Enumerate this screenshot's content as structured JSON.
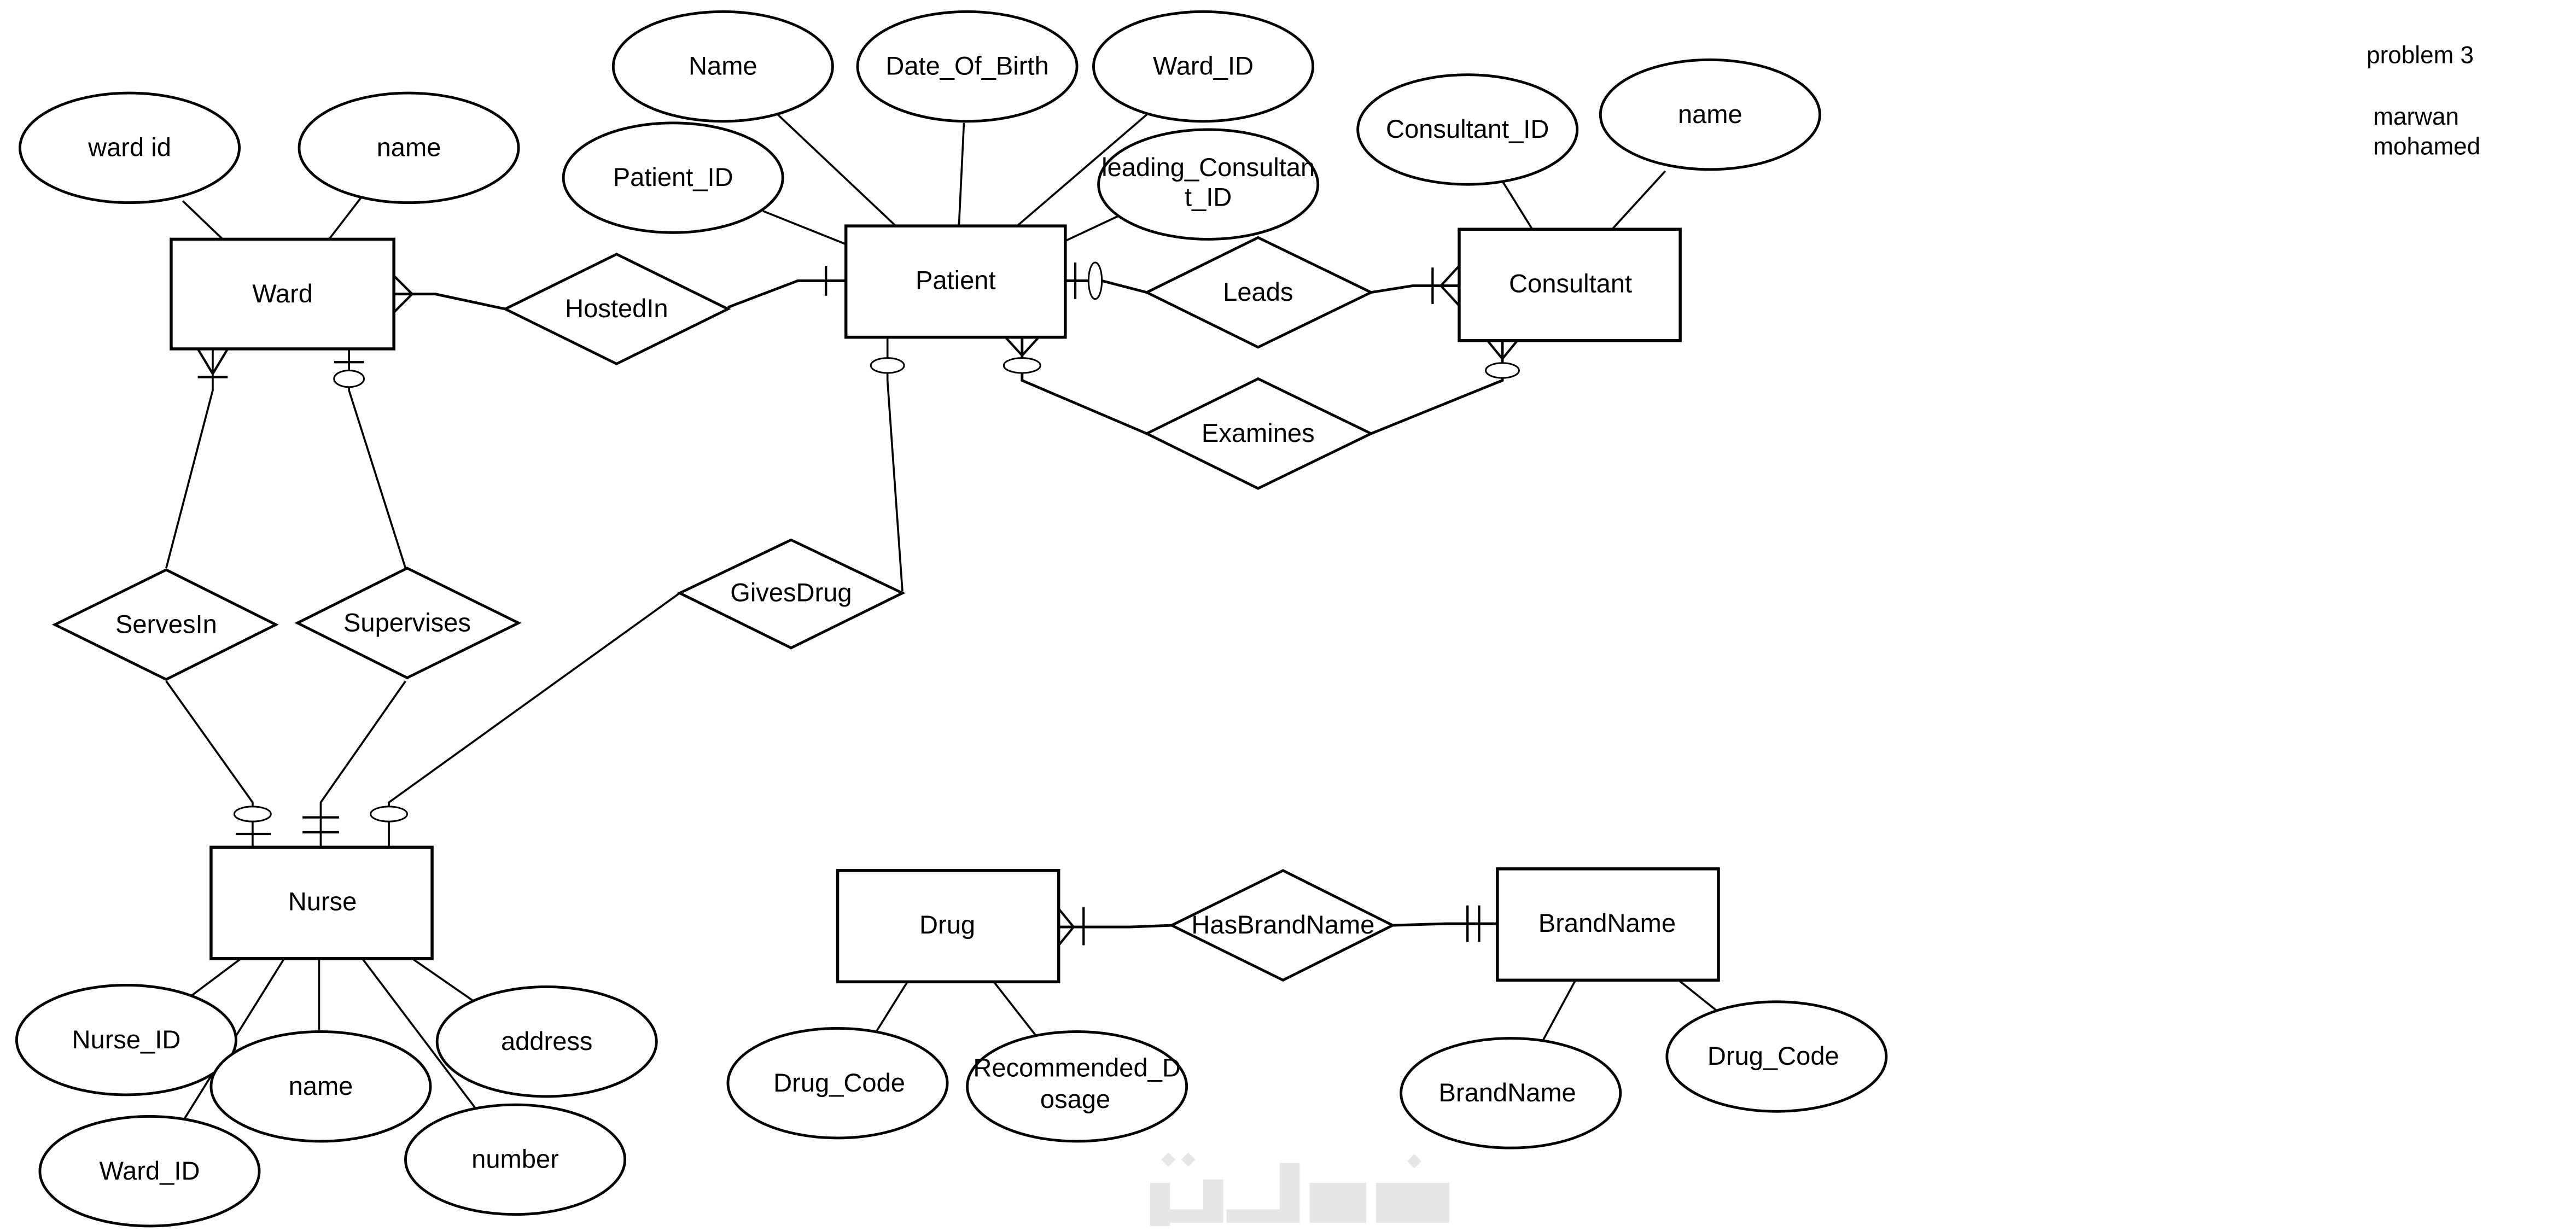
{
  "notes": {
    "problem": "problem 3",
    "author_line1": "marwan",
    "author_line2": "mohamed"
  },
  "entities": {
    "ward": "Ward",
    "patient": "Patient",
    "consultant": "Consultant",
    "nurse": "Nurse",
    "drug": "Drug",
    "brandname": "BrandName"
  },
  "relationships": {
    "hostedin": "HostedIn",
    "leads": "Leads",
    "examines": "Examines",
    "servesin": "ServesIn",
    "supervises": "Supervises",
    "givesdrug": "GivesDrug",
    "hasbrandname": "HasBrandName"
  },
  "attributes": {
    "ward": [
      "ward id",
      "name"
    ],
    "patient": [
      "Name",
      "Date_Of_Birth",
      "Ward_ID",
      "Patient_ID",
      "leading_Consultan",
      "t_ID"
    ],
    "consultant": [
      "Consultant_ID",
      "name"
    ],
    "nurse": [
      "Nurse_ID",
      "name",
      "address",
      "Ward_ID",
      "number"
    ],
    "drug": [
      "Drug_Code",
      "Recommended_D",
      "osage"
    ],
    "brandname": [
      "BrandName",
      "Drug_Code"
    ]
  },
  "cardinality": {
    "ward_hostedin": "one-or-many",
    "patient_hostedin": "exactly-one",
    "patient_leads": "zero-or-one",
    "consultant_leads": "one-or-many",
    "patient_examines": "zero-or-many",
    "consultant_examines": "zero-or-many",
    "ward_servesin": "one-or-many",
    "ward_supervises": "zero-or-one",
    "patient_givesdrug": "zero-or-one",
    "nurse_servesin": "zero-or-one",
    "nurse_supervises": "exactly-one",
    "nurse_givesdrug": "zero-or-one",
    "drug_hasbrandname": "one-or-many",
    "brandname_hasbrandname": "exactly-one"
  },
  "watermark": "خمسات"
}
